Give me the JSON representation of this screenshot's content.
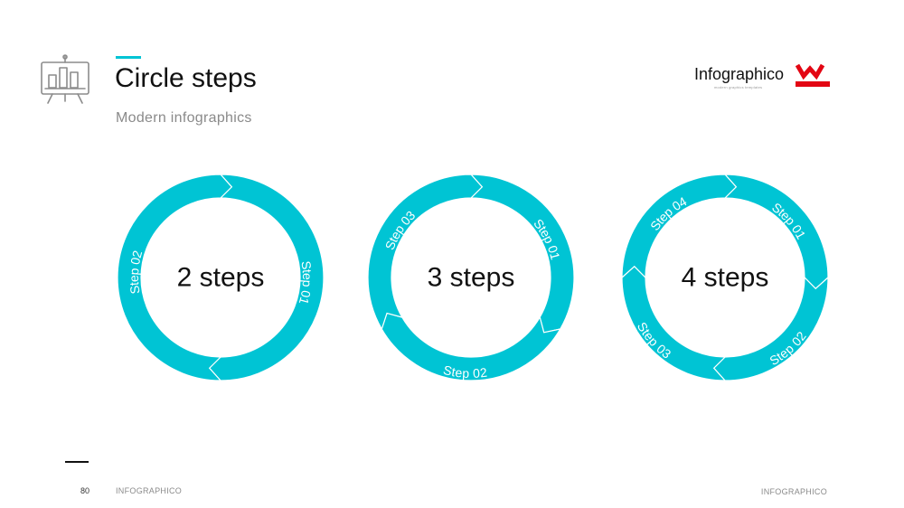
{
  "header": {
    "title": "Circle steps",
    "subtitle": "Modern infographics",
    "icon": "presentation-board-icon"
  },
  "brand": {
    "name": "Infographico",
    "tagline": "modern graphics templates",
    "logo": "infographico-w-logo",
    "logo_color": "#e30613"
  },
  "colors": {
    "ring": "#00c4d4",
    "accent": "#00c4d4",
    "text": "#111111",
    "muted": "#8a8a8a"
  },
  "diagrams": [
    {
      "center_label": "2 steps",
      "steps": [
        "Step 01",
        "Step 02"
      ]
    },
    {
      "center_label": "3 steps",
      "steps": [
        "Step 01",
        "Step 02",
        "Step 03"
      ]
    },
    {
      "center_label": "4 steps",
      "steps": [
        "Step 01",
        "Step 02",
        "Step 03",
        "Step 04"
      ]
    }
  ],
  "footer": {
    "page_number": "80",
    "left_text": "INFOGRAPHICO",
    "right_text": "INFOGRAPHICO"
  }
}
